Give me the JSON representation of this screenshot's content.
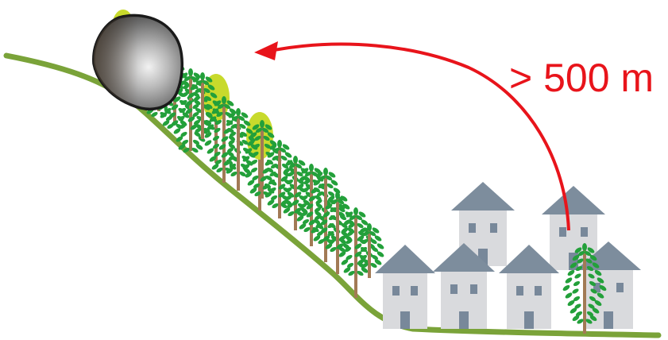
{
  "annotation": {
    "distance_label": "> 500 m",
    "arrow_color": "#e8141b"
  },
  "colors": {
    "slope_line": "#7aa339",
    "tree_foliage": "#23a03a",
    "tree_trunk": "#a27a55",
    "tree_canopy_light": "#c8da2c",
    "house_wall": "#d9dadd",
    "house_roof": "#7d8d9d",
    "house_window": "#78889a",
    "boulder_outline": "#1a1a1a"
  },
  "elements": {
    "boulder": "boulder",
    "slope": "hillside-slope",
    "forest": "protective-forest",
    "village": "village-houses"
  }
}
